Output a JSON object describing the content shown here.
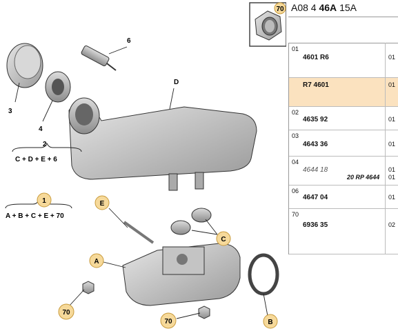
{
  "header": {
    "prefix": "A08 4",
    "bold": "46A",
    "suffix": "15A"
  },
  "thumb_label": "70",
  "callouts": {
    "n6": "6",
    "nD": "D",
    "n3": "3",
    "n4": "4",
    "n2": "2",
    "f2": "C + D + E + 6",
    "n1": "1",
    "f1": "A + B + C + E + 70",
    "E": "E",
    "C": "C",
    "A": "A",
    "B": "B",
    "s70a": "70",
    "s70b": "70"
  },
  "parts": [
    {
      "pos": "01",
      "ref": "4601 R6",
      "qty": "01",
      "highlight": false,
      "italic": false
    },
    {
      "pos": "",
      "ref": "R7 4601",
      "qty": "01",
      "highlight": true,
      "italic": false
    },
    {
      "pos": "02",
      "ref": "4635 92",
      "qty": "01",
      "highlight": false,
      "italic": false
    },
    {
      "pos": "03",
      "ref": "4643 36",
      "qty": "01",
      "highlight": false,
      "italic": false
    },
    {
      "pos": "04",
      "ref": "4644 18",
      "qty": "01",
      "qty2": "01",
      "extra": "20 RP 4644",
      "highlight": false,
      "italic": true
    },
    {
      "pos": "06",
      "ref": "4647 04",
      "qty": "01",
      "highlight": false,
      "italic": false
    },
    {
      "pos": "70",
      "ref": "6936 35",
      "qty": "02",
      "highlight": false,
      "italic": false
    }
  ],
  "colors": {
    "callout_fill": "#f6d99a",
    "callout_stroke": "#c89a3a",
    "highlight": "#fbe2bf",
    "part_gray": "#b9b9b9"
  }
}
